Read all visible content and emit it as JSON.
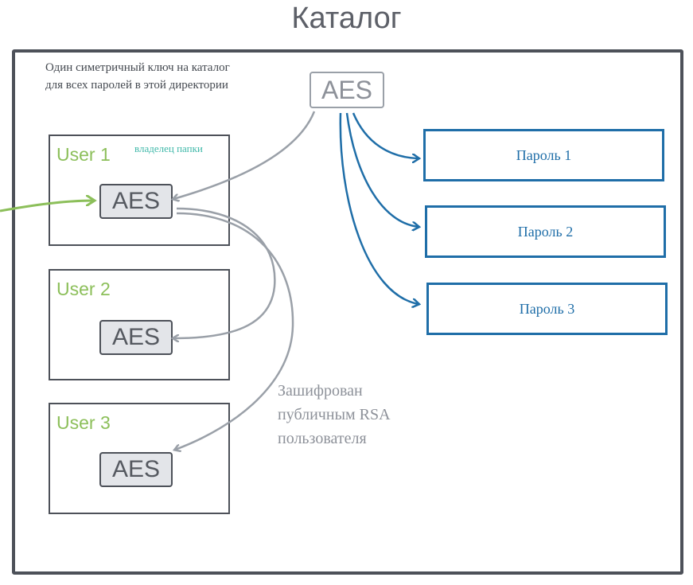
{
  "title": "Каталог",
  "note_lines": [
    "Один симетричный ключ на каталог",
    "для всех паролей в этой директории"
  ],
  "master_key": {
    "label": "AES"
  },
  "users": [
    {
      "label": "User 1",
      "key_label": "AES",
      "tag": "владелец папки"
    },
    {
      "label": "User 2",
      "key_label": "AES"
    },
    {
      "label": "User 3",
      "key_label": "AES"
    }
  ],
  "passwords": [
    {
      "label": "Пароль 1"
    },
    {
      "label": "Пароль 2"
    },
    {
      "label": "Пароль 3"
    }
  ],
  "rsa_note_lines": [
    "Зашифрован",
    "публичным RSA",
    "пользователя"
  ],
  "colors": {
    "frame": "#4d5159",
    "user_label": "#8cbf5a",
    "owner_tag": "#3fb8a9",
    "password": "#1f6ea8",
    "arrow_gray": "#9aa0a8",
    "arrow_green": "#8cbf5a",
    "key_fill": "#e3e5e9"
  }
}
